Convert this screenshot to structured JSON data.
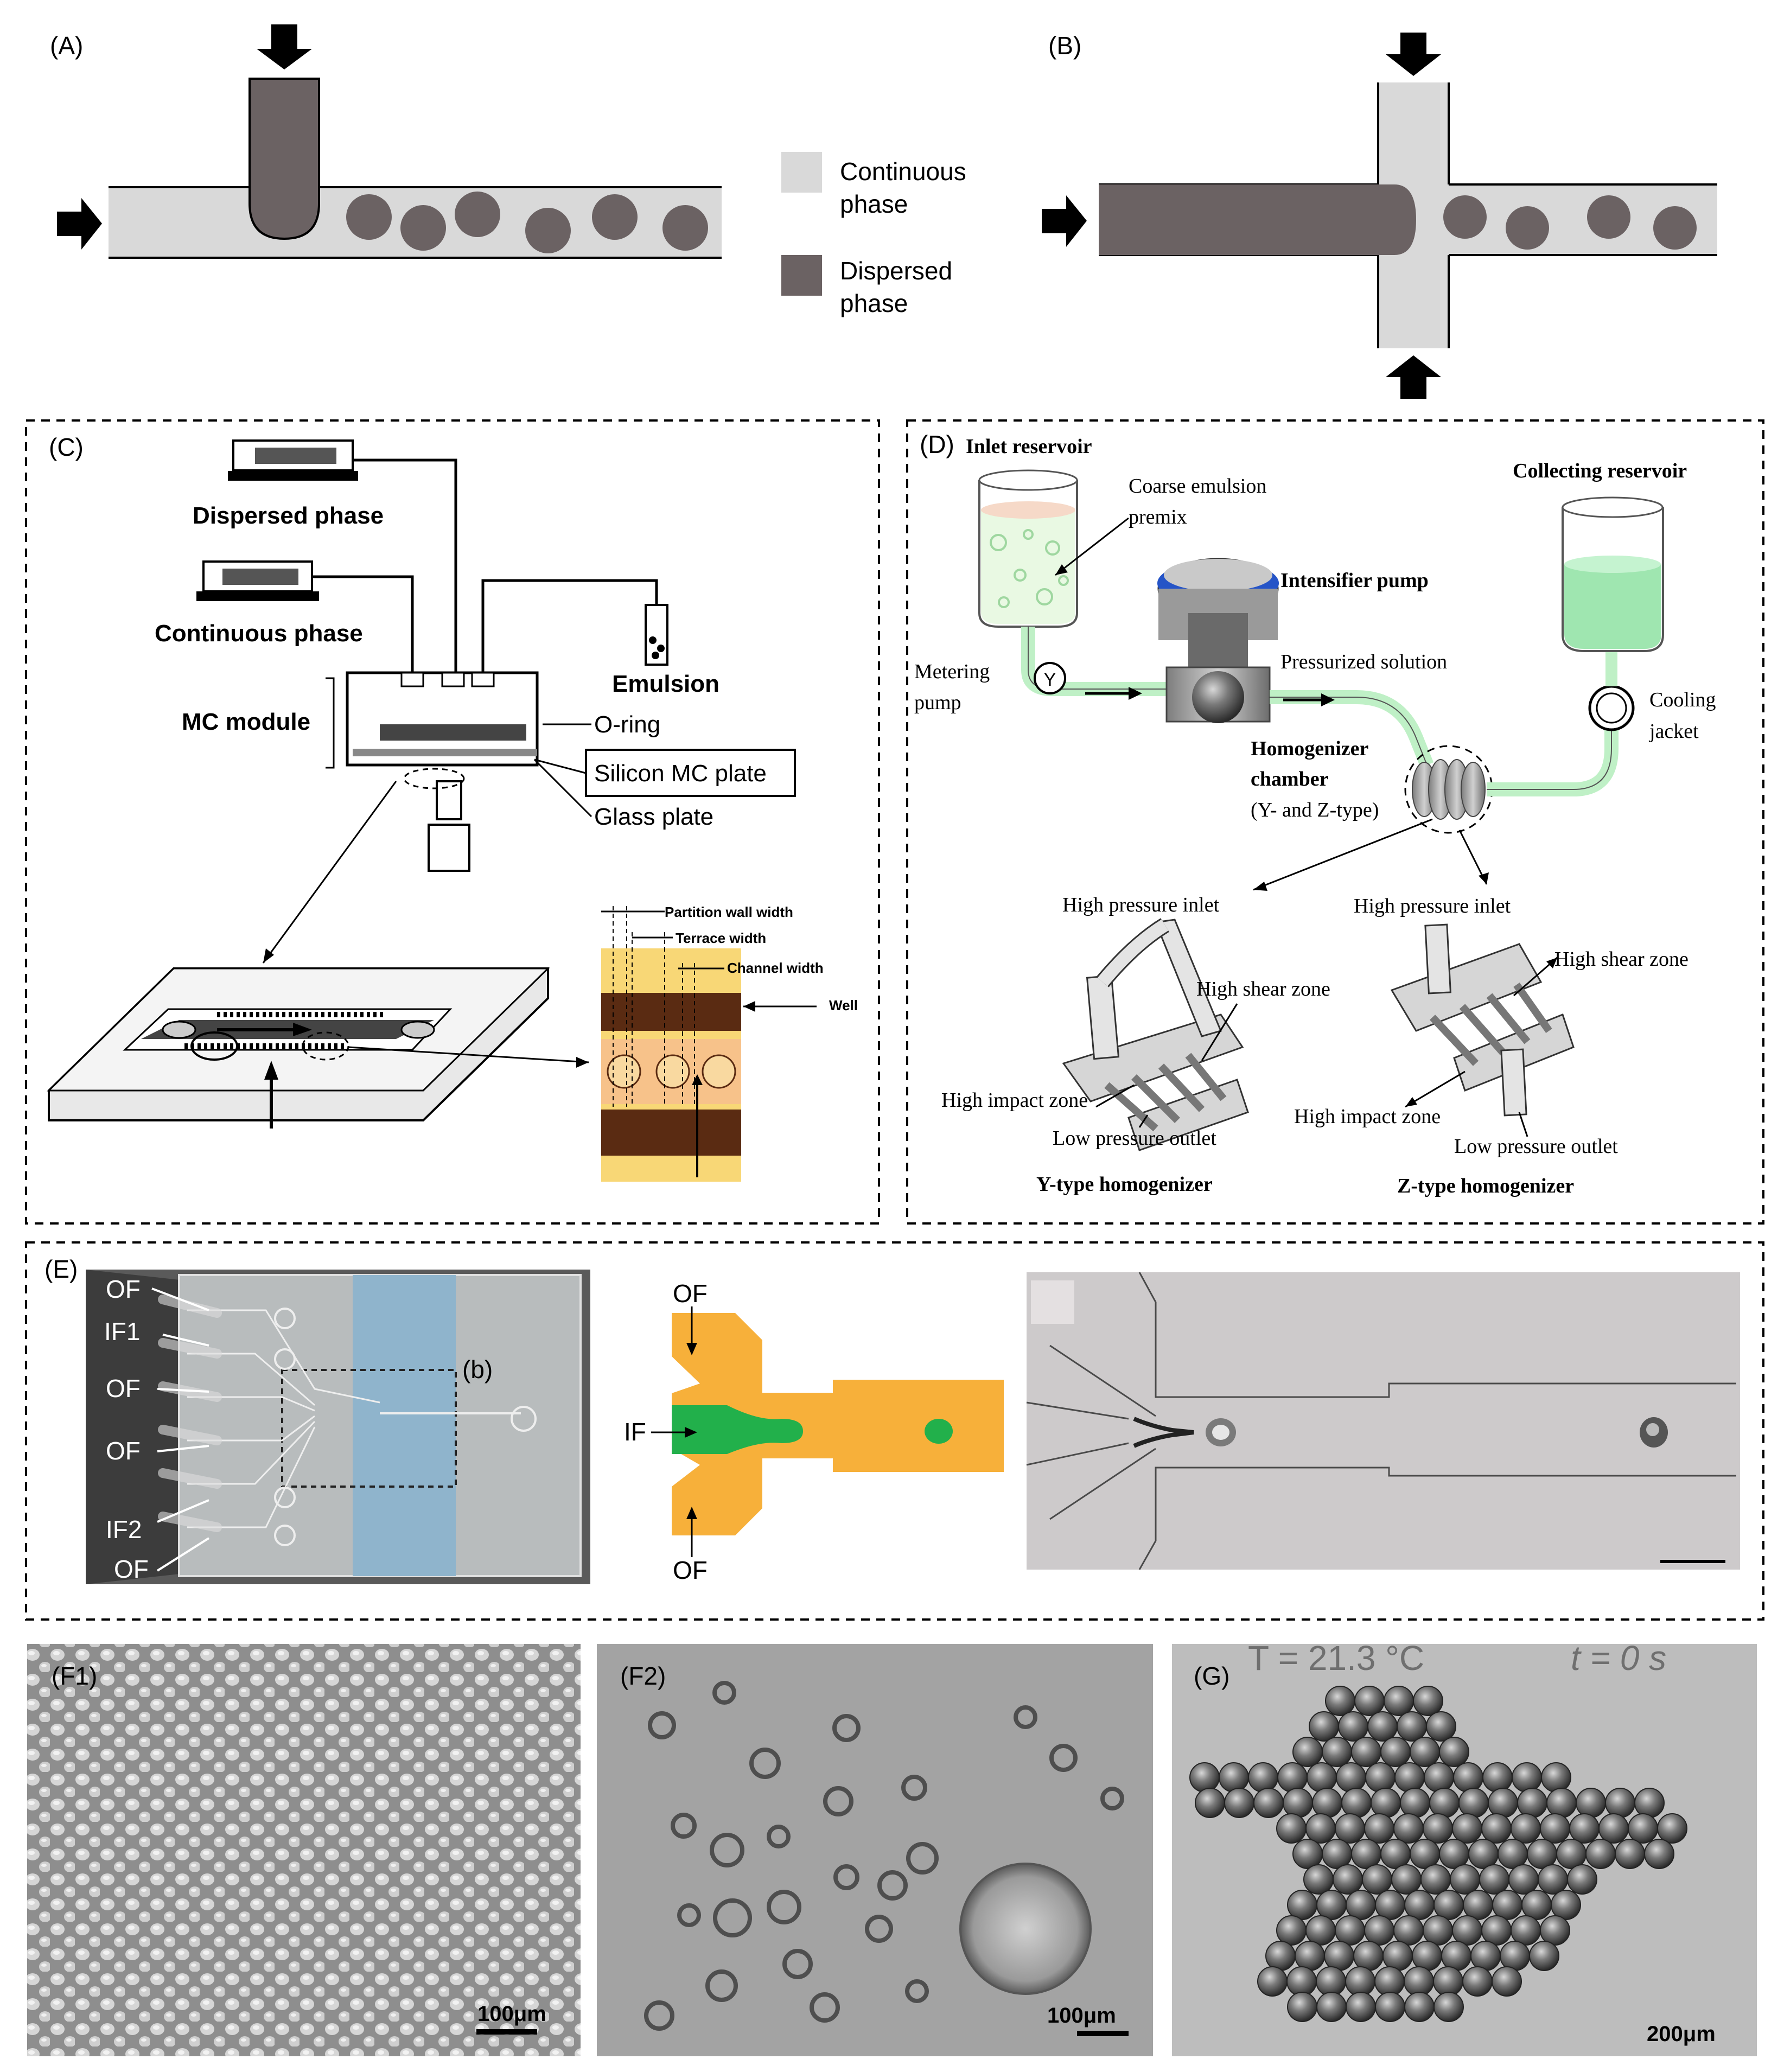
{
  "panels": {
    "a": {
      "label": "(A)"
    },
    "b": {
      "label": "(B)"
    },
    "c": {
      "label": "(C)"
    },
    "d": {
      "label": "(D)"
    },
    "e": {
      "label": "(E)"
    },
    "f1": {
      "label": "(F1)",
      "scale": "100μm"
    },
    "f2": {
      "label": "(F2)",
      "scale": "100μm"
    },
    "g": {
      "label": "(G)",
      "scale": "200μm",
      "temp": "T = 21.3 °C",
      "time": "t = 0 s"
    }
  },
  "legend": {
    "continuous_l1": "Continuous",
    "continuous_l2": "phase",
    "dispersed_l1": "Dispersed",
    "dispersed_l2": "phase"
  },
  "c_labels": {
    "dispersed": "Dispersed phase",
    "continuous": "Continuous phase",
    "emulsion": "Emulsion",
    "module": "MC module",
    "oring": "O-ring",
    "silicon": "Silicon MC plate",
    "glass": "Glass plate",
    "partition": "Partition wall width",
    "terrace": "Terrace width",
    "channel": "Channel width",
    "well": "Well"
  },
  "d_labels": {
    "inlet": "Inlet reservoir",
    "coarse1": "Coarse emulsion",
    "coarse2": "premix",
    "collecting": "Collecting reservoir",
    "intensifier": "Intensifier pump",
    "pressurized": "Pressurized solution",
    "metering1": "Metering",
    "metering2": "pump",
    "cooling1": "Cooling",
    "cooling2": "jacket",
    "chamber1": "Homogenizer",
    "chamber2": "chamber",
    "chamber3": "(Y- and Z-type)",
    "hp_inlet_y": "High pressure inlet",
    "hp_inlet_z": "High pressure inlet",
    "shear_y": "High shear zone",
    "shear_z": "High shear zone",
    "impact_y": "High impact zone",
    "impact_z": "High impact zone",
    "lp_outlet_y": "Low pressure outlet",
    "lp_outlet_z": "Low pressure outlet",
    "y_type": "Y-type homogenizer",
    "z_type": "Z-type homogenizer",
    "y_glyph": "Y"
  },
  "e_labels": {
    "of1": "OF",
    "if1": "IF1",
    "of2": "OF",
    "of3": "OF",
    "if2": "IF2",
    "of4": "OF",
    "b": "(b)",
    "of_top": "OF",
    "if": "IF",
    "of_bottom": "OF"
  },
  "colors": {
    "continuous": "#d9d9d9",
    "dispersed": "#6b6263",
    "orange": "#f7b03a",
    "green": "#22b04b",
    "light_green": "#bff0c6",
    "blue": "#2554c7",
    "chip_blue": "#8fb4cc"
  }
}
